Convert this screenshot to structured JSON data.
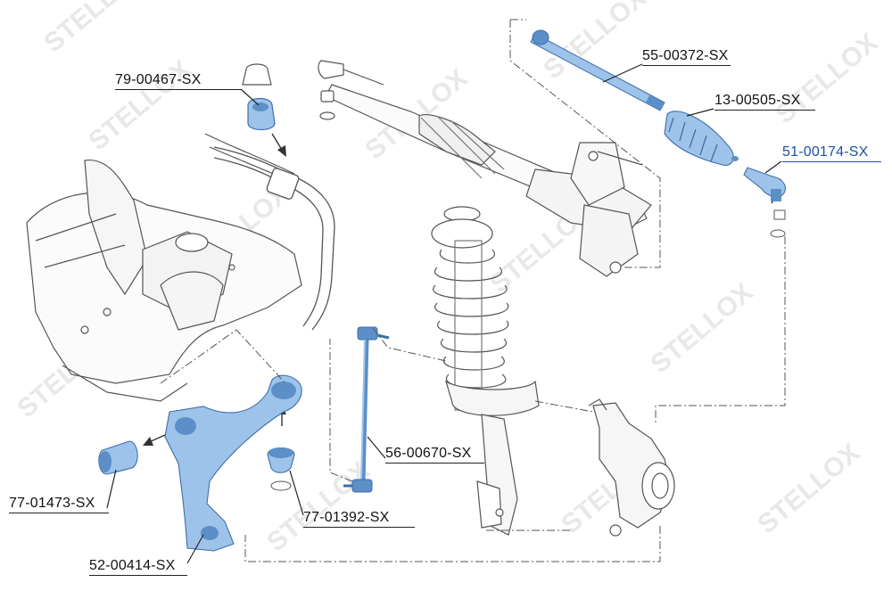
{
  "watermark": {
    "text": "STELLOX",
    "color": "#e2e2e2"
  },
  "colors": {
    "line": "#555555",
    "part_fill": "#9ec3ea",
    "part_dark": "#5c8fc8",
    "highlight_text": "#1b4fa8"
  },
  "labels": {
    "stabilizer_bushing": "79-00467-SX",
    "inner_tie_rod": "55-00372-SX",
    "steering_boot": "13-00505-SX",
    "tie_rod_end": "51-00174-SX",
    "stabilizer_link": "56-00670-SX",
    "arm_rear_bushing": "77-01473-SX",
    "ball_joint_boot": "77-01392-SX",
    "control_arm": "52-00414-SX"
  }
}
